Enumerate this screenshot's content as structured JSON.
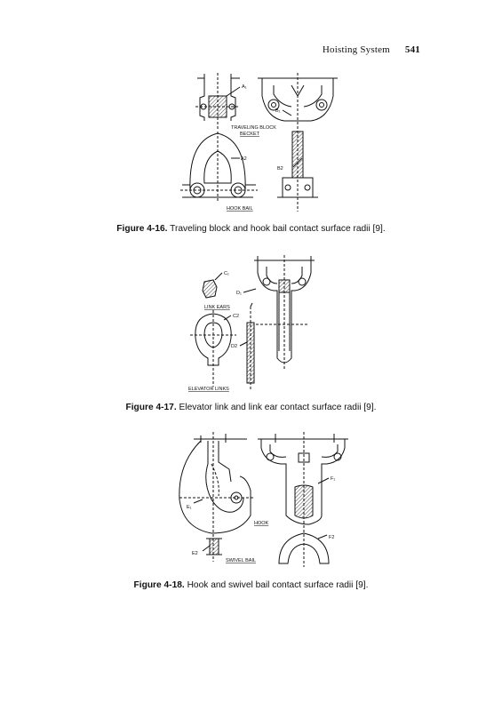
{
  "header": {
    "running_title": "Hoisting System",
    "page_number": "541"
  },
  "figures": [
    {
      "label": "Figure 4-16.",
      "caption": "Traveling block and hook bail contact surface radii [9].",
      "labels": {
        "a1": "A₁",
        "b1": "B₁",
        "a2": "A2",
        "b2": "B2",
        "traveling_block_becket": [
          "TRAVELING BLOCK",
          "BECKET"
        ],
        "hook_bail": "HOOK BAIL"
      }
    },
    {
      "label": "Figure 4-17.",
      "caption": "Elevator link and link ear contact surface radii [9].",
      "labels": {
        "c1": "C₁",
        "d1": "D₁",
        "c2": "C2",
        "d2": "D2",
        "link_ears": "LINK EARS",
        "elevator_links": "ELEVATOR LINKS"
      }
    },
    {
      "label": "Figure 4-18.",
      "caption": "Hook and swivel bail contact surface radii [9].",
      "labels": {
        "e1": "E₁",
        "e2": "E2",
        "f1": "F₁",
        "f2": "F2",
        "hook": "HOOK",
        "swivel_bail": "SWIVEL BAIL"
      }
    }
  ]
}
